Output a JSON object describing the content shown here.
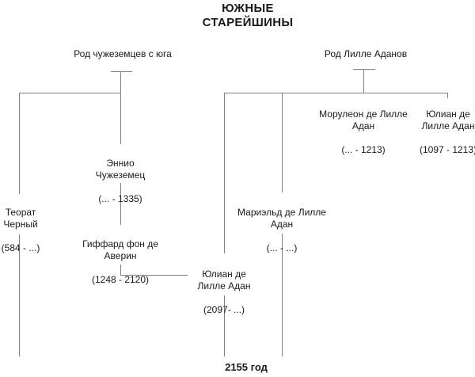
{
  "title": "ЮЖНЫЕ\nСТАРЕЙШИНЫ",
  "houses": {
    "left": {
      "label": "Род чужеземцев с юга"
    },
    "right": {
      "label": "Род Лилле Аданов"
    }
  },
  "persons": {
    "theorat": {
      "name": "Теорат\nЧерный",
      "years": "(584 - ...)"
    },
    "ennio": {
      "name": "Эннио\nЧужеземец",
      "years": "(... - 1335)"
    },
    "giffard": {
      "name": "Гиффард фон де\nАверин",
      "years": "(1248 - 2120)"
    },
    "julian_2097": {
      "name": "Юлиан де\nЛилле Адан",
      "years": "(2097- ...)"
    },
    "marield": {
      "name": "Мариэльд де Лилле\nАдан",
      "years": "(... - ...)"
    },
    "moruleon": {
      "name": "Морулеон де Лилле\nАдан",
      "years": "(... - 1213)"
    },
    "julian_1097": {
      "name": "Юлиан де\nЛилле Адан",
      "years": "(1097 - 1213)"
    }
  },
  "footer": {
    "year_label": "2155 год"
  },
  "colors": {
    "line": "#808080",
    "text": "#1a1a1a",
    "background": "#ffffff"
  }
}
